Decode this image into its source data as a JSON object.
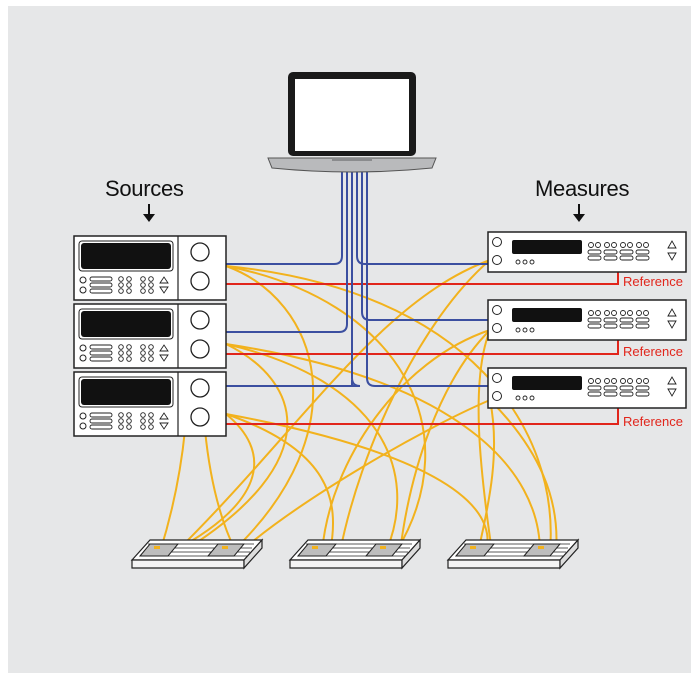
{
  "labels": {
    "sources": "Sources",
    "measures": "Measures",
    "reference": "Reference"
  },
  "colors": {
    "background": "#e6e7e8",
    "bus_blue": "#3b4fa0",
    "reference_red": "#e1251b",
    "fiber_yellow": "#f2b21d",
    "instrument_outline": "#222222",
    "display_black": "#111111"
  },
  "icons": {
    "computer": "laptop-icon",
    "source": "source-instrument-icon",
    "measure": "measure-instrument-icon",
    "fixture": "device-fixture-icon"
  }
}
